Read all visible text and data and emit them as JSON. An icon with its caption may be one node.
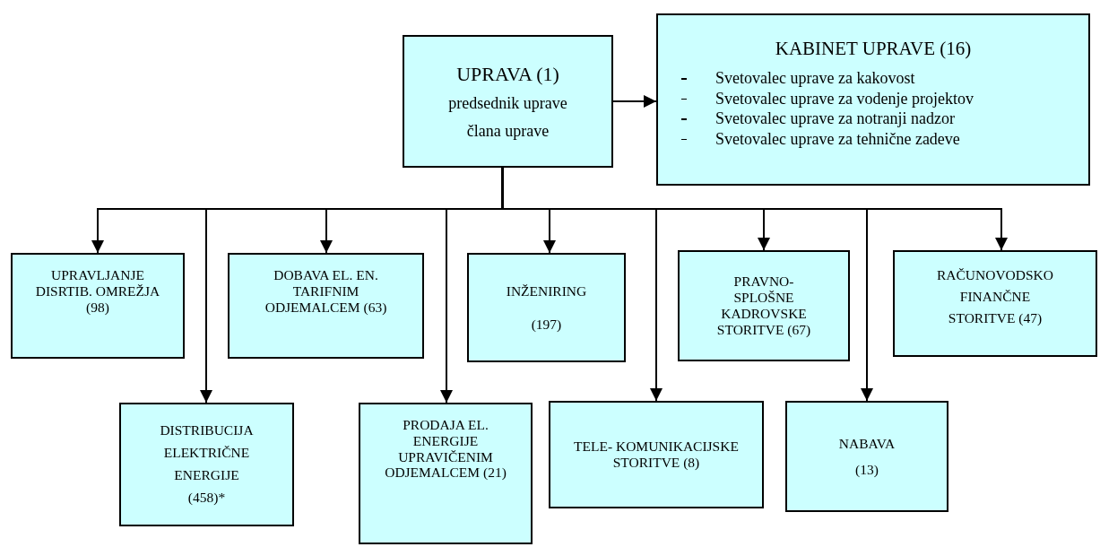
{
  "diagram": {
    "nodes": [
      {
        "text": [
          "UPRAVA (1)",
          "predsednik uprave",
          "člana uprave"
        ]
      },
      {
        "text": [
          "KABINET UPRAVE (16)",
          "Svetovalec uprave za kakovost",
          "Svetovalec uprave za vodenje projektov",
          "Svetovalec uprave za notranji nadzor",
          "Svetovalec uprave za tehnične zadeve"
        ]
      },
      {
        "text": [
          "UPRAVLJANJE DISRTIB. OMREŽJA (98)"
        ]
      },
      {
        "text": [
          "DOBAVA EL. EN. TARIFNIM ODJEMALCEM (63)"
        ]
      },
      {
        "text": [
          "INŽENIRING (197)"
        ]
      },
      {
        "text": [
          "PRAVNO- SPLOŠNE KADROVSKE STORITVE (67)"
        ]
      },
      {
        "text": [
          "RAČUNOVODSKO FINANČNE STORITVE (47)"
        ]
      },
      {
        "text": [
          "DISTRIBUCIJA ELEKTRIČNE ENERGIJE (458)*"
        ]
      },
      {
        "text": [
          "PRODAJA EL. ENERGIJE UPRAVIČENIM ODJEMALCEM (21)"
        ]
      },
      {
        "text": [
          "TELE- KOMUNIKACIJSKE STORITVE (8)"
        ]
      },
      {
        "text": [
          "NABAVA (13)"
        ]
      }
    ],
    "edges": [
      {
        "from": 0,
        "to": 1,
        "arrow": "to"
      },
      {
        "from": 0,
        "to": 2,
        "arrow": "to"
      },
      {
        "from": 0,
        "to": 3,
        "arrow": "to"
      },
      {
        "from": 0,
        "to": 4,
        "arrow": "to"
      },
      {
        "from": 0,
        "to": 5,
        "arrow": "to"
      },
      {
        "from": 0,
        "to": 6,
        "arrow": "to"
      },
      {
        "from": 0,
        "to": 7,
        "arrow": "to"
      },
      {
        "from": 0,
        "to": 8,
        "arrow": "to"
      },
      {
        "from": 0,
        "to": 9,
        "arrow": "to"
      },
      {
        "from": 0,
        "to": 10,
        "arrow": "to"
      }
    ]
  }
}
